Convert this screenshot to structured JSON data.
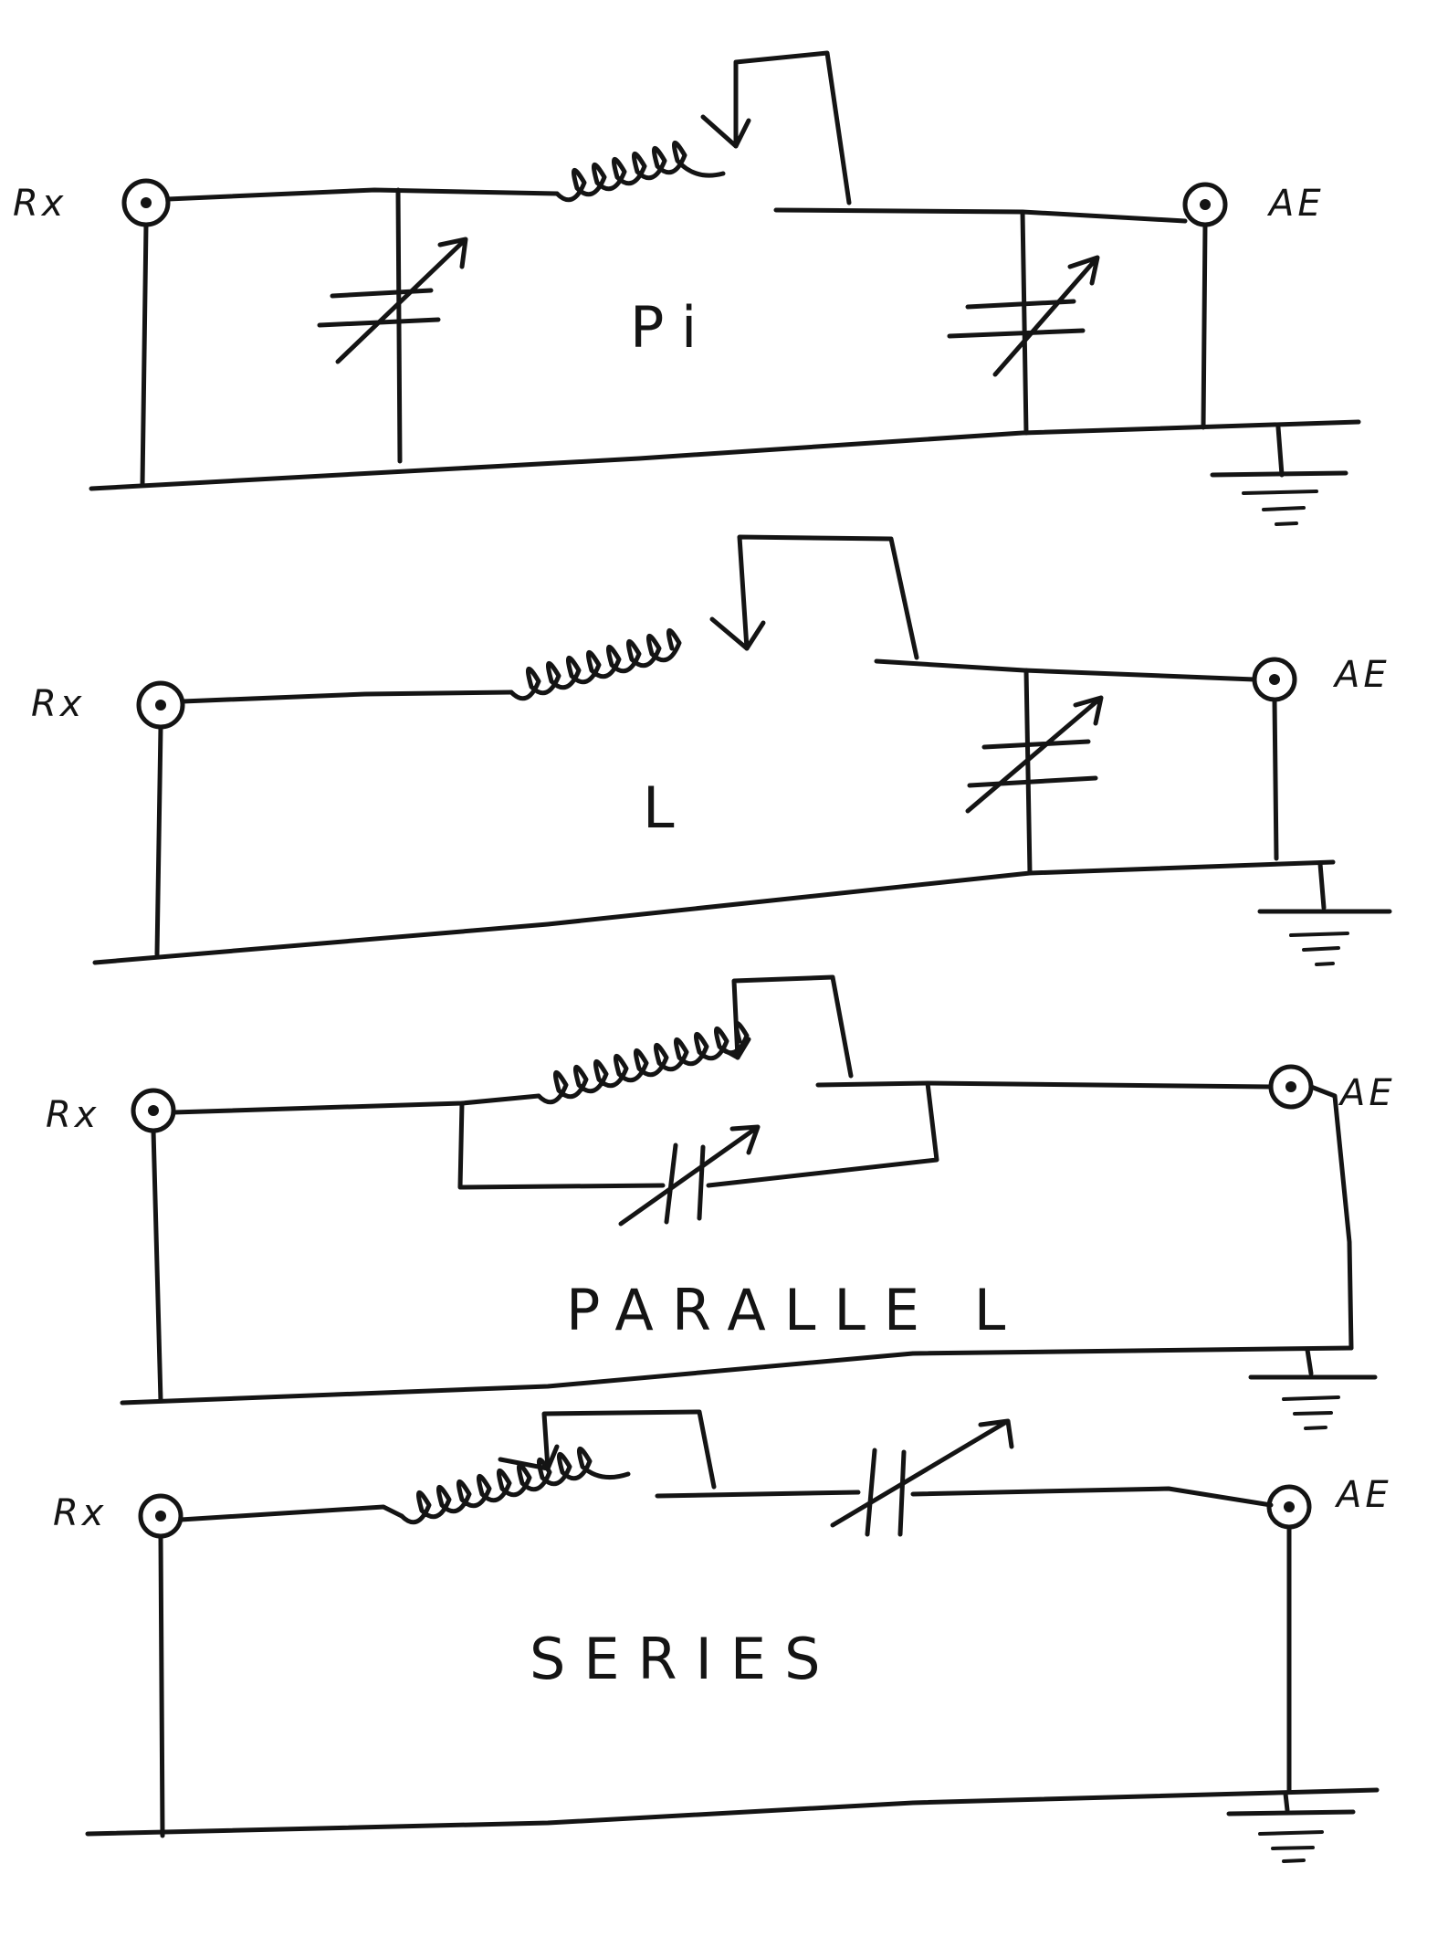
{
  "diagrams": [
    {
      "id": "pi",
      "source_label": "Rx",
      "load_label": "AE",
      "title": "Pi"
    },
    {
      "id": "l",
      "source_label": "Rx",
      "load_label": "AE",
      "title": "L"
    },
    {
      "id": "parallel",
      "source_label": "Rx",
      "load_label": "AE",
      "title": "PARALLE L"
    },
    {
      "id": "series",
      "source_label": "Rx",
      "load_label": "AE",
      "title": "SERIES"
    }
  ],
  "colors": {
    "ink": "#141414",
    "paper": "#ffffff"
  },
  "symbols": [
    "terminal-icon",
    "tapped-inductor-icon",
    "variable-capacitor-icon",
    "ground-icon"
  ]
}
